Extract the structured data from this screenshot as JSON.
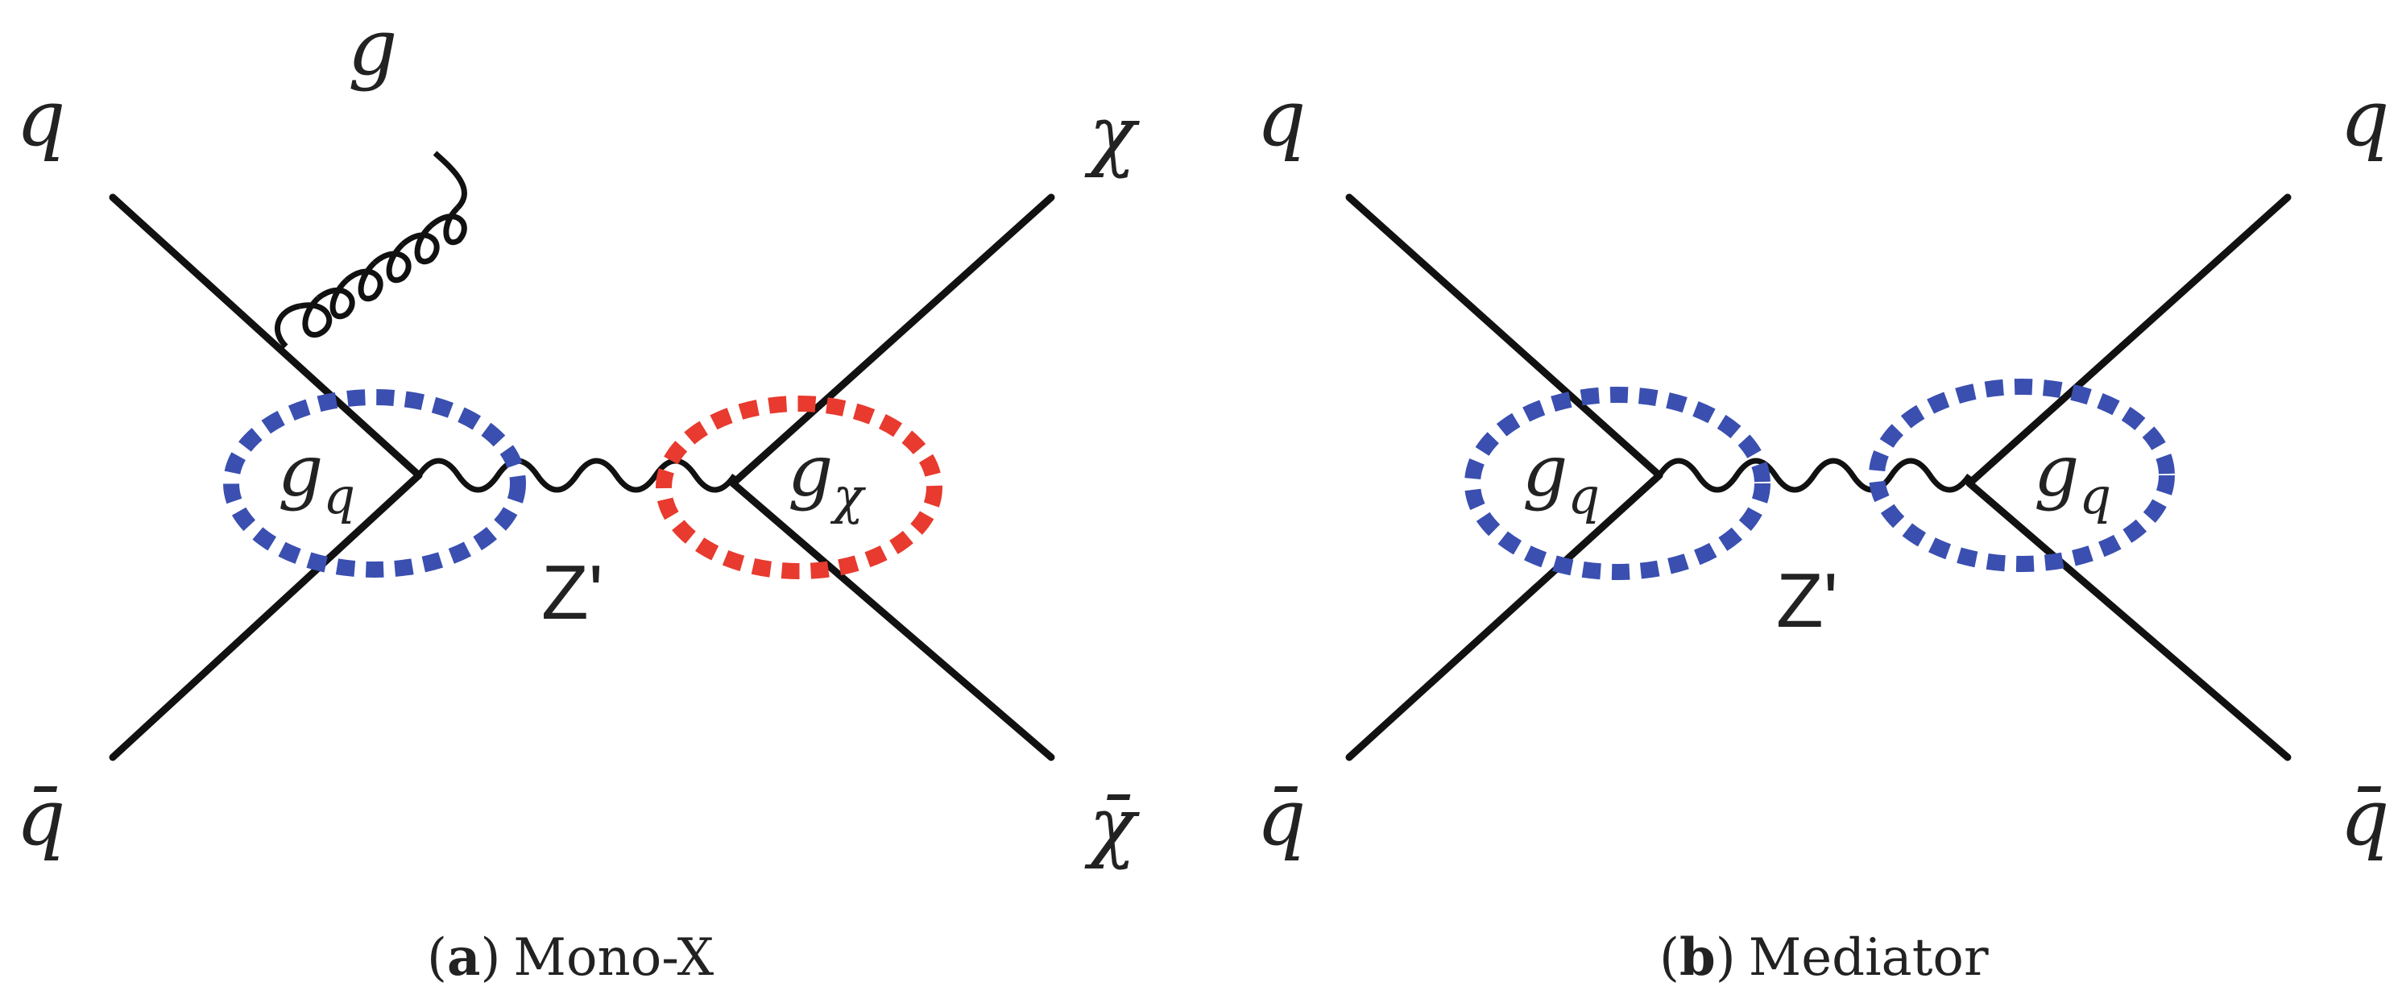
{
  "colors": {
    "blue": "#3a4fb0",
    "red": "#e83a2e",
    "line": "#111111"
  },
  "panel_a": {
    "caption_paren_open": "(",
    "caption_tag": "a",
    "caption_paren_close": ")",
    "caption_text": "Mono-X",
    "gluon_label": "g",
    "in_top": "q",
    "in_bottom": "q̄",
    "out_top": "χ",
    "out_bottom": "χ̄",
    "left_coupling": "g",
    "left_coupling_sub": "q",
    "right_coupling": "g",
    "right_coupling_sub": "χ",
    "mediator": "Z'"
  },
  "panel_b": {
    "caption_paren_open": "(",
    "caption_tag": "b",
    "caption_paren_close": ")",
    "caption_text": "Mediator",
    "in_top": "q",
    "in_bottom": "q̄",
    "out_top": "q",
    "out_bottom": "q̄",
    "left_coupling": "g",
    "left_coupling_sub": "q",
    "right_coupling": "g",
    "right_coupling_sub": "q",
    "mediator": "Z'"
  }
}
